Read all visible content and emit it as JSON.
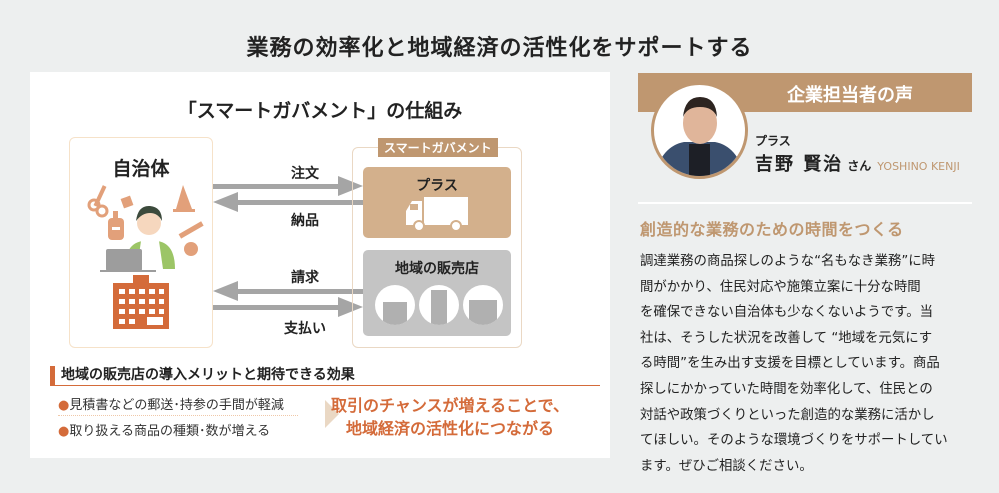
{
  "title": "業務の効率化と地域経済の活性化をサポートする",
  "diagram": {
    "subtitle": "「スマートガバメント」の仕組み",
    "government": "自治体",
    "smart_gov_label": "スマートガバメント",
    "plus": "プラス",
    "local_store": "地域の販売店",
    "arrows": {
      "order": "注文",
      "delivery": "納品",
      "invoice": "請求",
      "payment": "支払い"
    }
  },
  "merits": {
    "heading": "地域の販売店の導入メリットと期待できる効果",
    "bullets": [
      "見積書などの郵送･持参の手間が軽減",
      "取り扱える商品の種類･数が増える"
    ],
    "result_lines": [
      "取引のチャンスが増えることで、",
      "地域経済の活性化につながる"
    ]
  },
  "voice": {
    "header": "企業担当者の声",
    "company": "プラス",
    "name": "吉野 賢治",
    "honorific": "さん",
    "romaji": "YOSHINO KENJI",
    "headline": "創造的な業務のための時間をつくる",
    "body_lines": [
      "調達業務の商品探しのような“名もなき業務”に時",
      "間がかかり、住民対応や施策立案に十分な時間",
      "を確保できない自治体も少なくないようです。当",
      "社は、そうした状況を改善して “地域を元気にす",
      "る時間”を生み出す支援を目標としています。商品",
      "探しにかかっていた時間を効率化して、住民との",
      "対話や政策づくりといった創造的な業務に活かし",
      "てほしい。そのような環境づくりをサポートしてい",
      "ます。ぜひご相談ください。"
    ]
  },
  "colors": {
    "brown": "#bf9770",
    "orange": "#d46b3a",
    "tan": "#d3b08c",
    "gray": "#c4c4c4"
  }
}
